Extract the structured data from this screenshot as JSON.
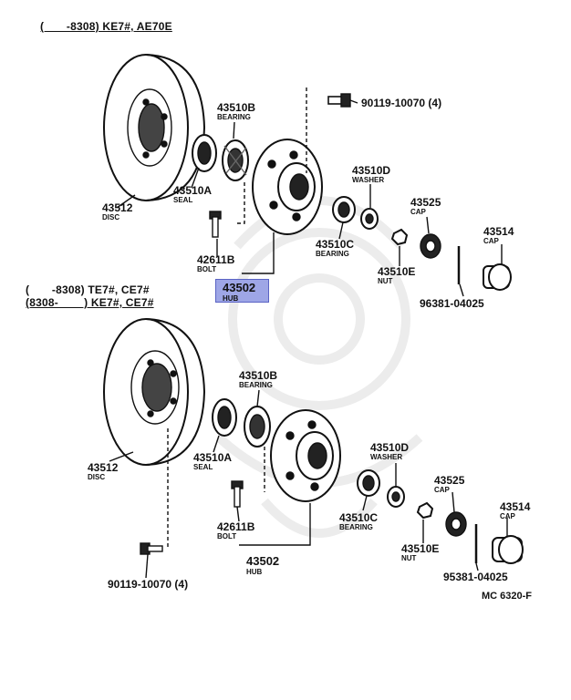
{
  "headers": {
    "top": "(       -8308) KE7#, AE70E",
    "mid_line1": "(       -8308) TE7#, CE7#",
    "mid_line2": "(8308-        ) KE7#, CE7#"
  },
  "top_parts": {
    "disc": {
      "number": "43512",
      "name": "DISC"
    },
    "bearing_outer": {
      "number": "43510B",
      "name": "BEARING"
    },
    "seal": {
      "number": "43510A",
      "name": "SEAL"
    },
    "bolt": {
      "number": "42611B",
      "name": "BOLT"
    },
    "hub": {
      "number": "43502",
      "name": "HUB"
    },
    "bearing_inner": {
      "number": "43510C",
      "name": "BEARING"
    },
    "washer": {
      "number": "43510D",
      "name": "WASHER"
    },
    "cap_nut": {
      "number": "43525",
      "name": "CAP"
    },
    "nut": {
      "number": "43510E",
      "name": "NUT"
    },
    "cap": {
      "number": "43514",
      "name": "CAP"
    },
    "pin": {
      "number": "96381-04025"
    },
    "disc_bolt": {
      "number": "90119-10070 (4)"
    }
  },
  "bottom_parts": {
    "disc": {
      "number": "43512",
      "name": "DISC"
    },
    "bearing_outer": {
      "number": "43510B",
      "name": "BEARING"
    },
    "seal": {
      "number": "43510A",
      "name": "SEAL"
    },
    "bolt": {
      "number": "42611B",
      "name": "BOLT"
    },
    "hub": {
      "number": "43502",
      "name": "HUB"
    },
    "bearing_inner": {
      "number": "43510C",
      "name": "BEARING"
    },
    "washer": {
      "number": "43510D",
      "name": "WASHER"
    },
    "cap_nut": {
      "number": "43525",
      "name": "CAP"
    },
    "nut": {
      "number": "43510E",
      "name": "NUT"
    },
    "cap": {
      "number": "43514",
      "name": "CAP"
    },
    "pin": {
      "number": "95381-04025"
    },
    "disc_bolt": {
      "number": "90119-10070 (4)"
    }
  },
  "diagram_code": "MC 6320-F",
  "highlight_color": "#9ea6e6"
}
